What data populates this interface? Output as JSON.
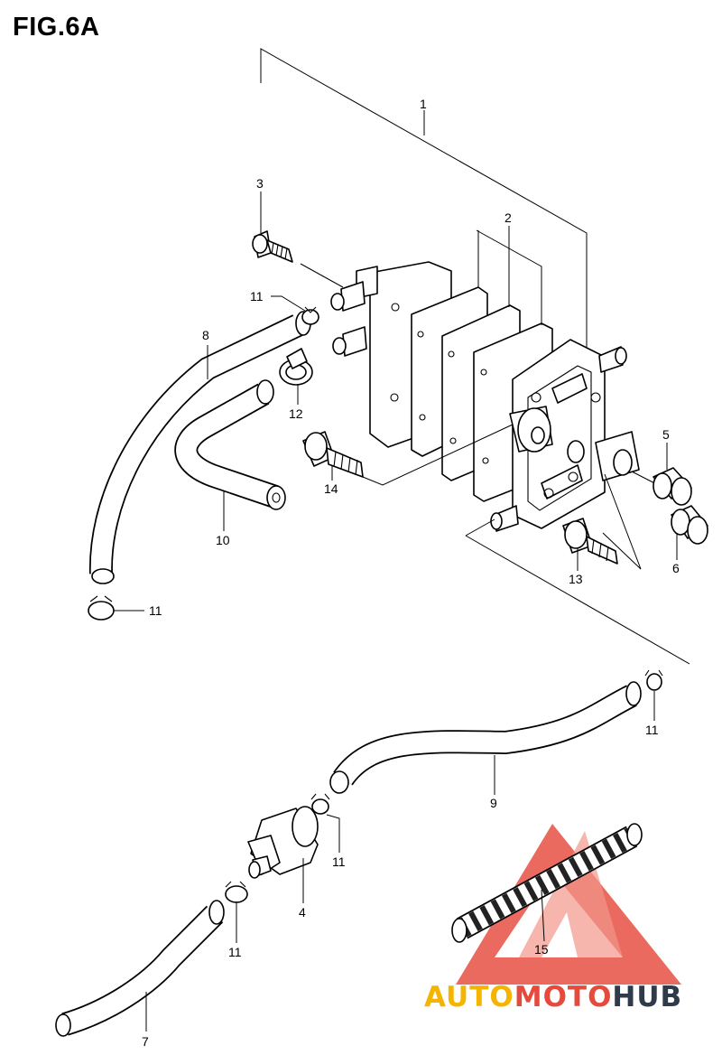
{
  "figure": {
    "title": "FIG.6A"
  },
  "parts": [
    {
      "id": "p1",
      "label": "1"
    },
    {
      "id": "p2",
      "label": "2"
    },
    {
      "id": "p3",
      "label": "3"
    },
    {
      "id": "p4",
      "label": "4"
    },
    {
      "id": "p5",
      "label": "5"
    },
    {
      "id": "p6",
      "label": "6"
    },
    {
      "id": "p7",
      "label": "7"
    },
    {
      "id": "p8",
      "label": "8"
    },
    {
      "id": "p9",
      "label": "9"
    },
    {
      "id": "p10",
      "label": "10"
    },
    {
      "id": "p11a",
      "label": "11"
    },
    {
      "id": "p11b",
      "label": "11"
    },
    {
      "id": "p11c",
      "label": "11"
    },
    {
      "id": "p11d",
      "label": "11"
    },
    {
      "id": "p11e",
      "label": "11"
    },
    {
      "id": "p12",
      "label": "12"
    },
    {
      "id": "p13",
      "label": "13"
    },
    {
      "id": "p14",
      "label": "14"
    },
    {
      "id": "p15",
      "label": "15"
    }
  ],
  "watermark": {
    "text_a": "AUTO",
    "text_b": "MOTO",
    "text_c": "HUB",
    "colors": {
      "red": "#e64a3c",
      "yellow": "#f4b400",
      "dark": "#2f3a4a"
    }
  }
}
